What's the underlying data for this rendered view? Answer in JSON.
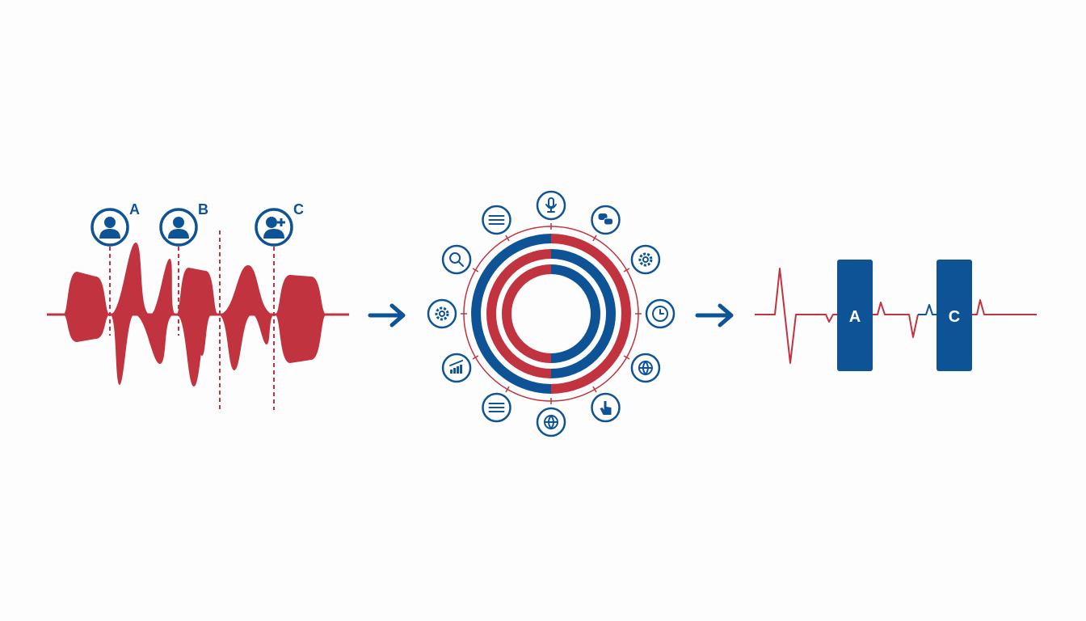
{
  "colors": {
    "red": "#c0333f",
    "blue": "#0d5396",
    "background": "#fdfdfd"
  },
  "speakers": [
    {
      "label": "A",
      "icon": "user-icon"
    },
    {
      "label": "B",
      "icon": "user-icon"
    },
    {
      "label": "C",
      "icon": "user-add-icon"
    }
  ],
  "ring_icons": [
    "microphone-icon",
    "chat-bubbles-icon",
    "gear-icon",
    "clock-icon",
    "network-globe-icon",
    "hand-pointer-icon",
    "globe-icon",
    "text-document-icon",
    "bar-chart-icon",
    "gear-settings-icon",
    "search-icon",
    "text-output-icon"
  ],
  "output_segments": [
    {
      "label": "A"
    },
    {
      "label": "C"
    }
  ]
}
